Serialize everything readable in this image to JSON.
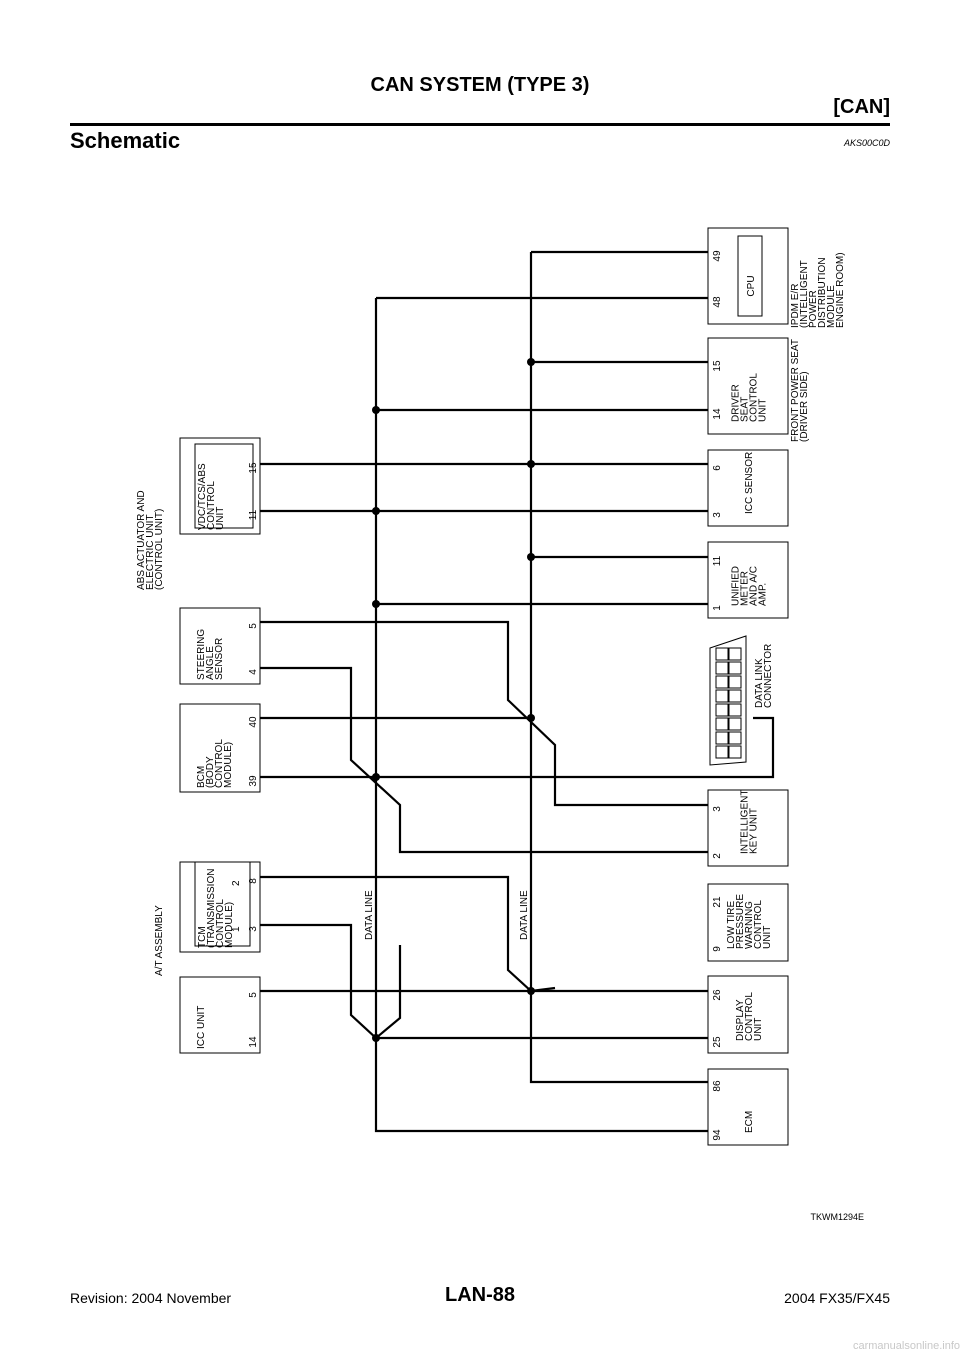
{
  "header": {
    "title": "CAN SYSTEM (TYPE 3)",
    "section_tag": "[CAN]",
    "heading": "Schematic",
    "code": "AKS00C0D"
  },
  "left_units": [
    {
      "id": "icc-unit",
      "lines": [
        "ICC UNIT"
      ],
      "pins": [
        "14",
        "5"
      ]
    },
    {
      "id": "tcm",
      "lines": [
        "TCM",
        "(TRANSMISSION",
        "CONTROL",
        "MODULE)"
      ],
      "pins": [
        "3",
        "8"
      ],
      "inner_pins": [
        "1",
        "2"
      ],
      "outer_label": [
        "A/T ASSEMBLY"
      ]
    },
    {
      "id": "bcm",
      "lines": [
        "BCM",
        "(BODY",
        "CONTROL",
        "MODULE)"
      ],
      "pins": [
        "39",
        "40"
      ]
    },
    {
      "id": "steering-angle-sensor",
      "lines": [
        "STEERING",
        "ANGLE",
        "SENSOR"
      ],
      "pins": [
        "4",
        "5"
      ]
    },
    {
      "id": "vdc-unit",
      "lines": [
        "VDC/TCS/ABS",
        "CONTROL",
        "UNIT"
      ],
      "pins": [
        "11",
        "15"
      ],
      "outer_label": [
        "ABS ACTUATOR AND",
        "ELECTRIC UNIT",
        "(CONTROL UNIT)"
      ]
    }
  ],
  "right_units": [
    {
      "id": "ecm",
      "lines": [
        "ECM"
      ],
      "pins": [
        "94",
        "86"
      ]
    },
    {
      "id": "display-control-unit",
      "lines": [
        "DISPLAY",
        "CONTROL",
        "UNIT"
      ],
      "pins": [
        "25",
        "26"
      ]
    },
    {
      "id": "low-tire-pressure-unit",
      "lines": [
        "LOW TIRE",
        "PRESSURE",
        "WARNING",
        "CONTROL",
        "UNIT"
      ],
      "pins": [
        "9",
        "21"
      ]
    },
    {
      "id": "intelligent-key-unit",
      "lines": [
        "INTELLIGENT",
        "KEY UNIT"
      ],
      "pins": [
        "2",
        "3"
      ]
    },
    {
      "id": "data-link-connector",
      "lines": [
        "DATA LINK",
        "CONNECTOR"
      ],
      "pins": []
    },
    {
      "id": "unified-meter",
      "lines": [
        "UNIFIED",
        "METER",
        "AND A/C",
        "AMP."
      ],
      "pins": [
        "1",
        "11"
      ]
    },
    {
      "id": "icc-sensor",
      "lines": [
        "ICC SENSOR"
      ],
      "pins": [
        "3",
        "6"
      ]
    },
    {
      "id": "driver-seat-control-unit",
      "lines": [
        "DRIVER",
        "SEAT",
        "CONTROL",
        "UNIT"
      ],
      "pins": [
        "14",
        "15"
      ],
      "outer_label": [
        "FRONT POWER SEAT",
        "(DRIVER SIDE)"
      ]
    },
    {
      "id": "ipdm",
      "lines": [
        "CPU"
      ],
      "pins": [
        "48",
        "49"
      ],
      "outer_label": [
        "IPDM E/R",
        "(INTELLIGENT",
        "POWER",
        "DISTRIBUTION",
        "MODULE",
        "ENGINE ROOM)"
      ]
    }
  ],
  "data_line_labels": [
    "DATA LINE",
    "DATA LINE"
  ],
  "figure_id": "TKWM1294E",
  "footer": {
    "page": "LAN-88",
    "revision": "Revision: 2004 November",
    "model": "2004 FX35/FX45",
    "site": "carmanualsonline.info"
  }
}
